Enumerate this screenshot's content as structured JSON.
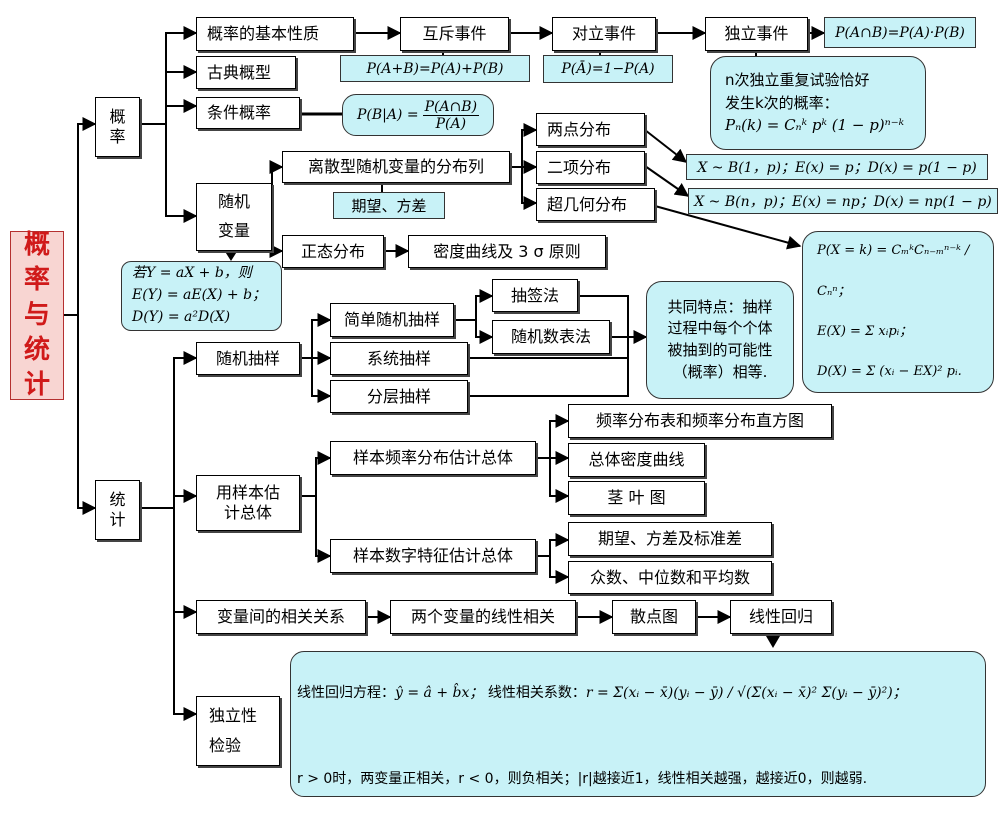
{
  "title_chars": [
    "概",
    "率",
    "与",
    "统",
    "计"
  ],
  "level1": {
    "probability": "概率",
    "statistics": "统计"
  },
  "prob": {
    "basic": "概率的基本性质",
    "classic": "古典概型",
    "conditional": "条件概率",
    "rv": "随机变量",
    "mutex": "互斥事件",
    "opposite": "对立事件",
    "independent": "独立事件",
    "discrete": "离散型随机变量的分布列",
    "normal": "正态分布",
    "density": "密度曲线及 3 σ 原则",
    "expect": "期望、方差",
    "twopoint": "两点分布",
    "binomial": "二项分布",
    "hypergeo": "超几何分布"
  },
  "formulas": {
    "mutex": "P(A+B)=P(A)+P(B)",
    "opposite": "P(Ā)=1−P(A)",
    "independent": "P(A∩B)=P(A)·P(B)",
    "conditional_num": "P(A∩B)",
    "conditional_den": "P(A)",
    "conditional_lhs": "P(B|A) =",
    "twopoint": "X ~ B(1，p)；E(x) = p；D(x) = p(1 − p)",
    "binomial": "X ~ B(n，p)；E(x) = np；D(x) = np(1 − p)",
    "ntrial_l1": "n次独立重复试验恰好",
    "ntrial_l2": "发生k次的概率：",
    "ntrial_l3": "Pₙ(k) = Cₙᵏ pᵏ (1 − p)ⁿ⁻ᵏ",
    "linear_l1": "若Y = aX + b，则",
    "linear_l2": "E(Y) = aE(X) + b；",
    "linear_l3": "D(Y) = a²D(X)",
    "hyper_l1": "P(X = k) = CₘᵏCₙ₋ₘⁿ⁻ᵏ / Cₙⁿ；",
    "hyper_l2": "E(X) = Σ xᵢpᵢ；",
    "hyper_l3": "D(X) = Σ (xᵢ − EX)² pᵢ."
  },
  "stat": {
    "sampling": "随机抽样",
    "simple": "简单随机抽样",
    "systematic": "系统抽样",
    "stratified": "分层抽样",
    "lottery": "抽签法",
    "randtable": "随机数表法",
    "common_l1": "共同特点：抽样",
    "common_l2": "过程中每个个体",
    "common_l3": "被抽到的可能性",
    "common_l4": "（概率）相等.",
    "estimate": "用样本估计总体",
    "estimate_l1": "用样本估",
    "estimate_l2": "计总体",
    "freqdist": "样本频率分布估计总体",
    "numfeat": "样本数字特征估计总体",
    "hist": "频率分布表和频率分布直方图",
    "densitycurve": "总体密度曲线",
    "stemleaf": "茎 叶 图",
    "meanvar": "期望、方差及标准差",
    "mode": "众数、中位数和平均数",
    "correlation": "变量间的相关关系",
    "linearcorr": "两个变量的线性相关",
    "scatter": "散点图",
    "regression": "线性回归",
    "indep_l1": "独立性",
    "indep_l2": "检验",
    "reg_eq_label": "线性回归方程：",
    "reg_eq": "ŷ = â + b̂x；",
    "corr_label": "线性相关系数：",
    "corr_eq": "r = Σ(xᵢ − x̄)(yᵢ − ȳ) / √(Σ(xᵢ − x̄)² Σ(yᵢ − ȳ)²)；",
    "reg_conclusion": "r > 0时，两变量正相关，r < 0，则负相关；|r|越接近1，线性相关越强，越接近0，则越弱."
  }
}
